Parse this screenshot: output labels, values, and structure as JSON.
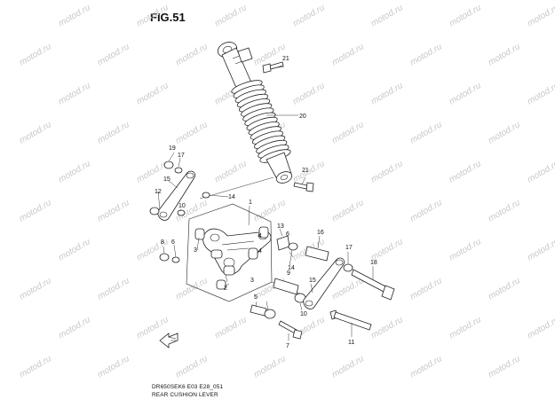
{
  "figure": {
    "title": "FIG.51",
    "code": "DR650SEK6 E03 E28_051",
    "name": "REAR CUSHION LEVER"
  },
  "watermark": {
    "text": "motod.ru"
  },
  "callouts": [
    "1",
    "2",
    "3",
    "3",
    "4",
    "4",
    "5",
    "6",
    "6",
    "7",
    "8",
    "9",
    "10",
    "10",
    "11",
    "12",
    "13",
    "14",
    "14",
    "15",
    "15",
    "16",
    "17",
    "17",
    "18",
    "19",
    "20",
    "21",
    "21"
  ]
}
